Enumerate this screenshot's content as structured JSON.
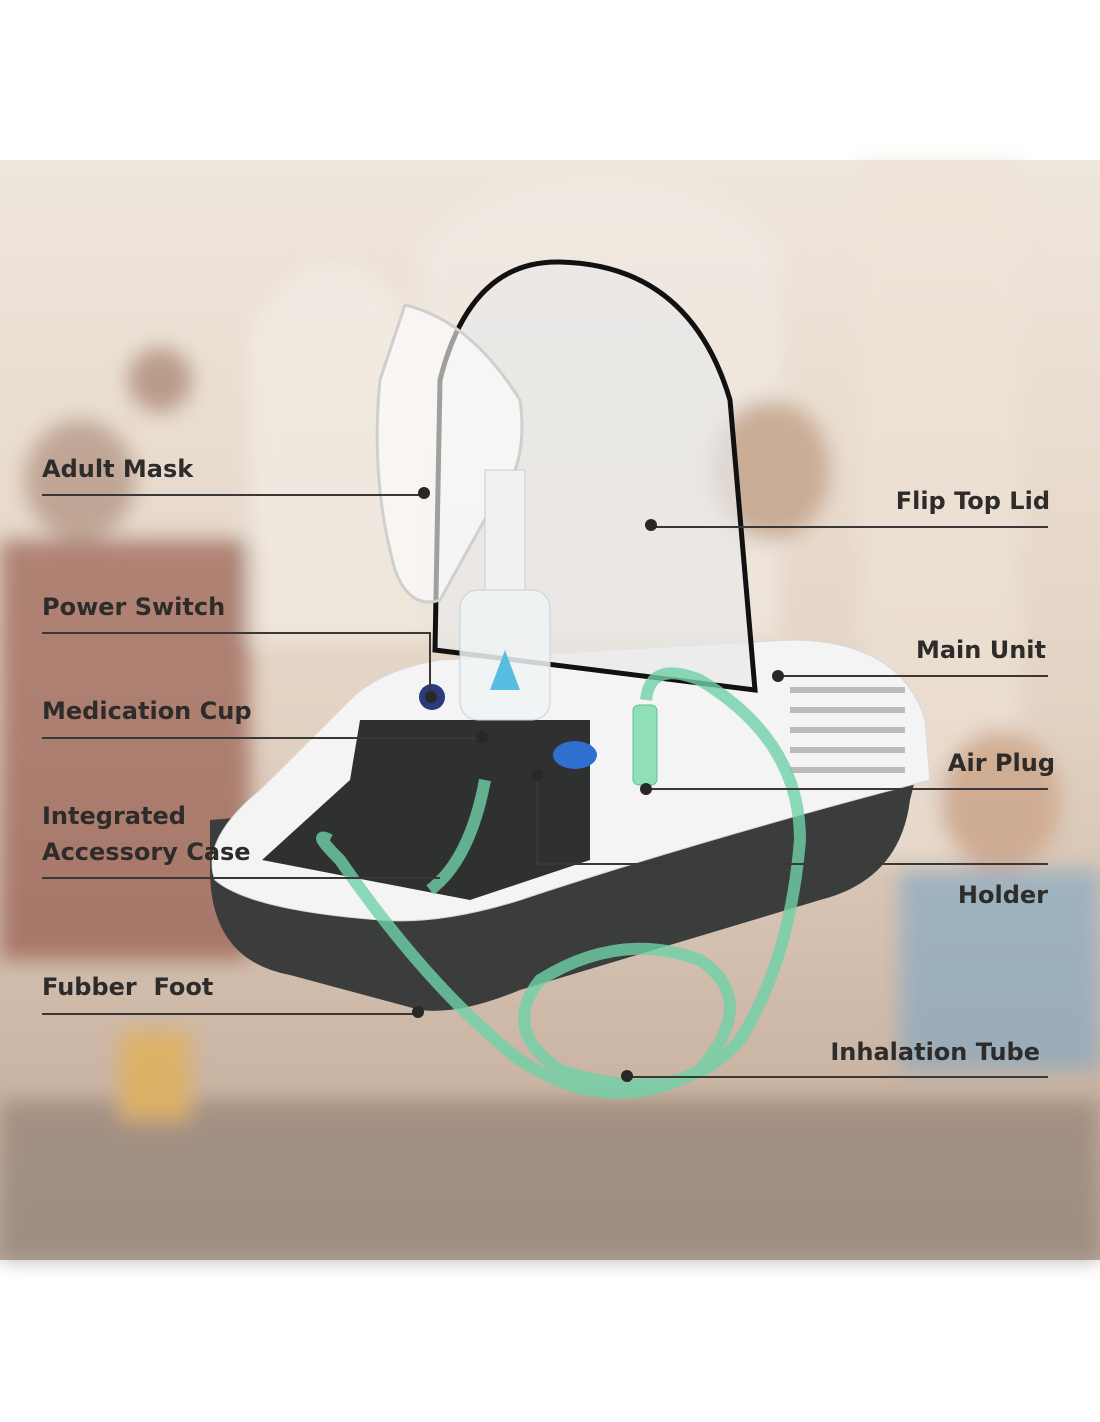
{
  "labels": {
    "adult_mask": "Adult Mask",
    "flip_top_lid": "Flip Top Lid",
    "power_switch": "Power Switch",
    "main_unit": "Main Unit",
    "medication_cup": "Medication Cup",
    "air_plug": "Air Plug",
    "integrated_line1": "Integrated",
    "integrated_line2": "Accessory Case",
    "holder": "Holder",
    "rubber_foot": "Fubber  Foot",
    "inhalation_tube": "Inhalation Tube"
  },
  "colors": {
    "background": "#e8dcd0",
    "tube": "#6fd1a8",
    "unit_dark": "#3b3d3c",
    "unit_white": "#f4f4f4",
    "accent_blue": "#2f6fd0"
  }
}
